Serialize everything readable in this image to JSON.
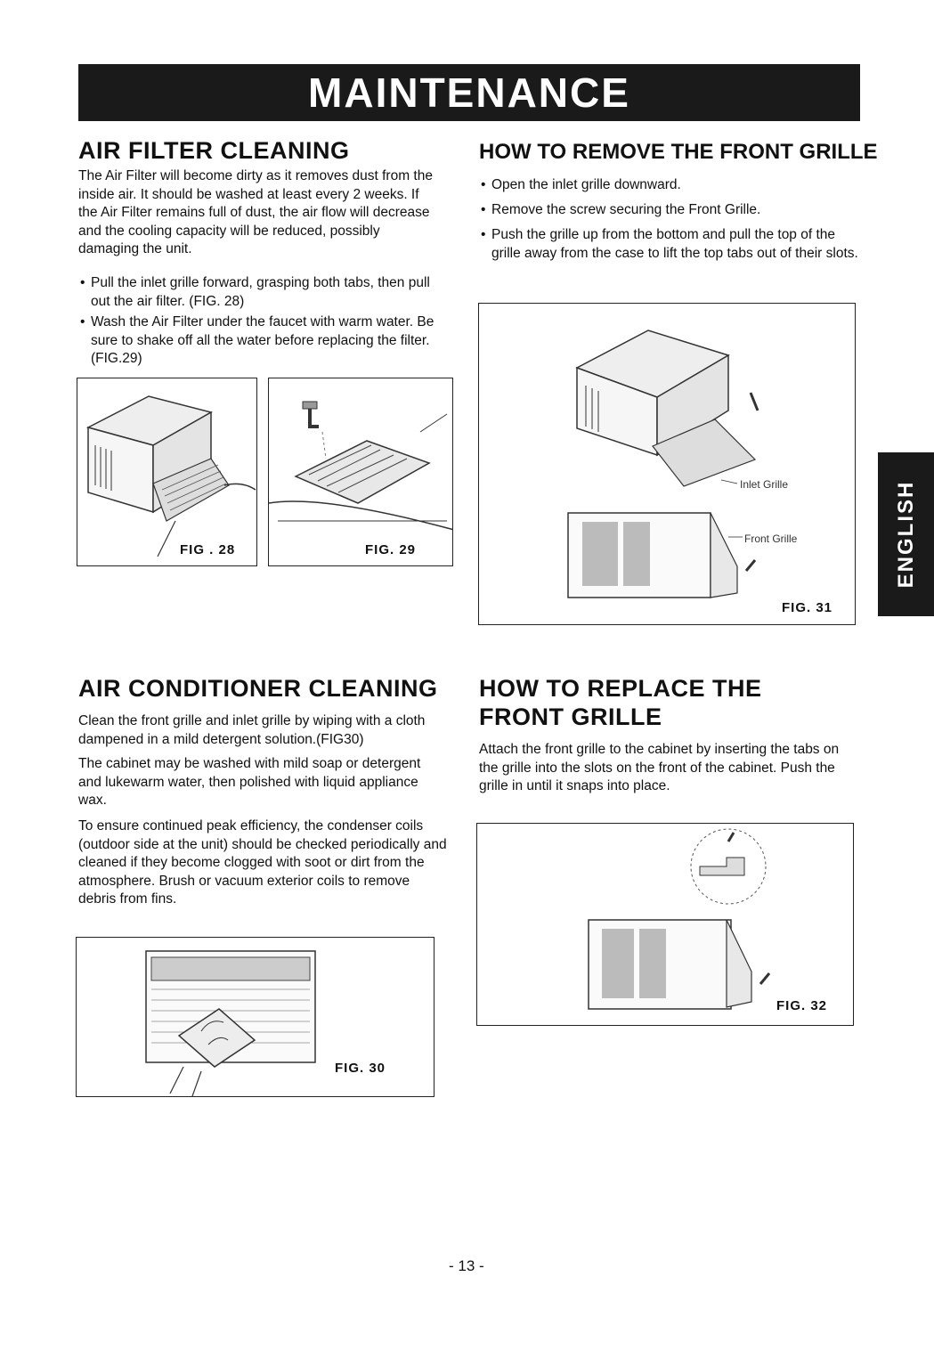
{
  "banner": {
    "title": "MAINTENANCE"
  },
  "side_tab": {
    "label": "ENGLISH"
  },
  "air_filter": {
    "heading": "AIR FILTER CLEANING",
    "intro": "The Air Filter will become dirty as it removes dust from the inside air. It should be washed at least every 2 weeks. If the Air Filter remains full of dust, the air flow will decrease and the cooling capacity will be reduced, possibly damaging the unit.",
    "bullets": [
      "Pull the inlet grille forward, grasping both tabs, then pull out the air filter. (FIG. 28)",
      "Wash the Air Filter under the faucet with warm water. Be sure to shake off all the water before replacing the filter. (FIG.29)"
    ],
    "fig28": "FIG . 28",
    "fig29": "FIG. 29"
  },
  "remove_grille": {
    "heading": "HOW TO REMOVE THE FRONT GRILLE",
    "bullets": [
      "Open the inlet grille downward.",
      "Remove the screw securing the Front Grille.",
      "Push the grille up from the bottom and pull the top of the grille away from the case to lift the top tabs out of their slots."
    ],
    "fig31": "FIG. 31",
    "callout_inlet": "Inlet Grille",
    "callout_front": "Front Grille"
  },
  "ac_cleaning": {
    "heading": "AIR CONDITIONER CLEANING",
    "para1": "Clean the front grille and inlet grille by wiping with a cloth dampened in a mild detergent solution.(FIG30)",
    "para2": "The cabinet may be washed with mild soap or detergent and lukewarm water, then polished with liquid appliance wax.",
    "para3": "To ensure continued peak efficiency, the condenser coils (outdoor side at the unit) should be checked periodically and cleaned if they become clogged with soot or dirt from the atmosphere. Brush or vacuum exterior coils to remove debris from fins.",
    "fig30": "FIG. 30"
  },
  "replace_grille": {
    "heading_line1": "HOW TO REPLACE THE",
    "heading_line2": "FRONT GRILLE",
    "para": "Attach the front grille to the cabinet by inserting the tabs on the grille into the slots on the front of the cabinet. Push the grille in until it snaps into place.",
    "fig32": "FIG. 32"
  },
  "footer": {
    "page": "- 13 -"
  }
}
